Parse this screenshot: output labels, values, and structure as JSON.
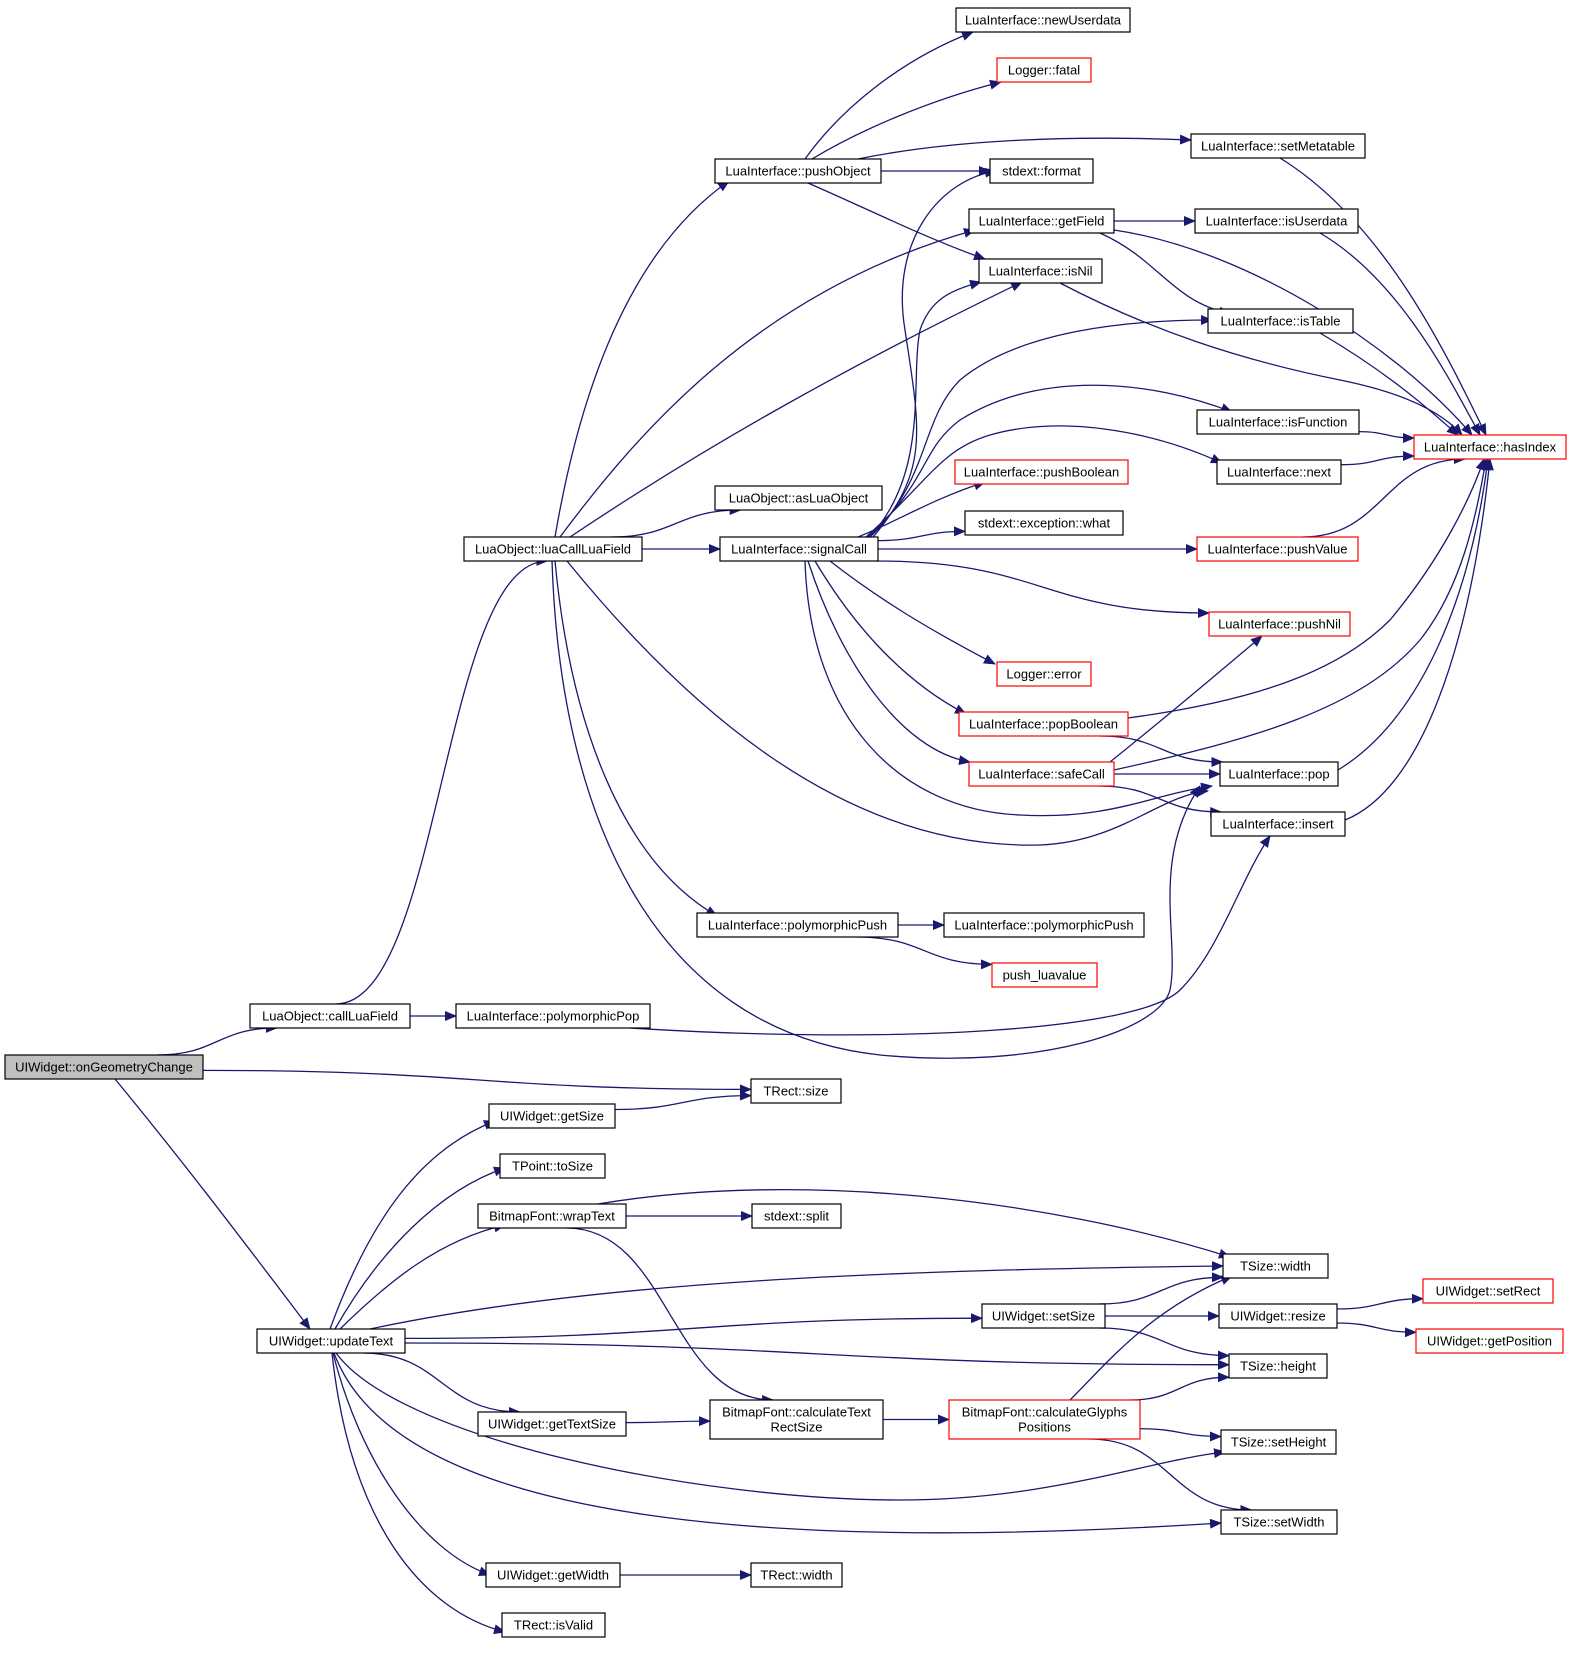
{
  "diagram": {
    "nodes": [
      {
        "id": "onGeometryChange",
        "label": "UIWidget::onGeometryChange",
        "style": "grey"
      },
      {
        "id": "callLuaField",
        "label": "LuaObject::callLuaField",
        "style": "normal"
      },
      {
        "id": "luaCallLuaField",
        "label": "LuaObject::luaCallLuaField",
        "style": "normal"
      },
      {
        "id": "polymorphicPop",
        "label": "LuaInterface::polymorphicPop",
        "style": "normal"
      },
      {
        "id": "pushObject",
        "label": "LuaInterface::pushObject",
        "style": "normal"
      },
      {
        "id": "newUserdata",
        "label": "LuaInterface::newUserdata",
        "style": "normal"
      },
      {
        "id": "loggerFatal",
        "label": "Logger::fatal",
        "style": "red"
      },
      {
        "id": "setMetatable",
        "label": "LuaInterface::setMetatable",
        "style": "normal"
      },
      {
        "id": "format",
        "label": "stdext::format",
        "style": "normal"
      },
      {
        "id": "getField",
        "label": "LuaInterface::getField",
        "style": "normal"
      },
      {
        "id": "isUserdata",
        "label": "LuaInterface::isUserdata",
        "style": "normal"
      },
      {
        "id": "isNil",
        "label": "LuaInterface::isNil",
        "style": "normal"
      },
      {
        "id": "isTable",
        "label": "LuaInterface::isTable",
        "style": "normal"
      },
      {
        "id": "isFunction",
        "label": "LuaInterface::isFunction",
        "style": "normal"
      },
      {
        "id": "hasIndex",
        "label": "LuaInterface::hasIndex",
        "style": "red"
      },
      {
        "id": "next",
        "label": "LuaInterface::next",
        "style": "normal"
      },
      {
        "id": "pushBoolean",
        "label": "LuaInterface::pushBoolean",
        "style": "red"
      },
      {
        "id": "asLuaObject",
        "label": "LuaObject::asLuaObject",
        "style": "normal"
      },
      {
        "id": "exceptionWhat",
        "label": "stdext::exception::what",
        "style": "normal"
      },
      {
        "id": "signalCall",
        "label": "LuaInterface::signalCall",
        "style": "normal"
      },
      {
        "id": "pushValue",
        "label": "LuaInterface::pushValue",
        "style": "red"
      },
      {
        "id": "pushNil",
        "label": "LuaInterface::pushNil",
        "style": "red"
      },
      {
        "id": "loggerError",
        "label": "Logger::error",
        "style": "red"
      },
      {
        "id": "popBoolean",
        "label": "LuaInterface::popBoolean",
        "style": "red"
      },
      {
        "id": "safeCall",
        "label": "LuaInterface::safeCall",
        "style": "red"
      },
      {
        "id": "pop",
        "label": "LuaInterface::pop",
        "style": "normal"
      },
      {
        "id": "insert",
        "label": "LuaInterface::insert",
        "style": "normal"
      },
      {
        "id": "polymorphicPush1",
        "label": "LuaInterface::polymorphicPush",
        "style": "normal"
      },
      {
        "id": "polymorphicPush2",
        "label": "LuaInterface::polymorphicPush",
        "style": "normal"
      },
      {
        "id": "pushLuavalue",
        "label": "push_luavalue",
        "style": "red"
      },
      {
        "id": "rectSize",
        "label": "TRect::size",
        "style": "normal"
      },
      {
        "id": "getSize",
        "label": "UIWidget::getSize",
        "style": "normal"
      },
      {
        "id": "toSize",
        "label": "TPoint::toSize",
        "style": "normal"
      },
      {
        "id": "wrapText",
        "label": "BitmapFont::wrapText",
        "style": "normal"
      },
      {
        "id": "split",
        "label": "stdext::split",
        "style": "normal"
      },
      {
        "id": "sizeWidth",
        "label": "TSize::width",
        "style": "normal"
      },
      {
        "id": "updateText",
        "label": "UIWidget::updateText",
        "style": "normal"
      },
      {
        "id": "setSize",
        "label": "UIWidget::setSize",
        "style": "normal"
      },
      {
        "id": "resize",
        "label": "UIWidget::resize",
        "style": "normal"
      },
      {
        "id": "setRect",
        "label": "UIWidget::setRect",
        "style": "red"
      },
      {
        "id": "getPosition",
        "label": "UIWidget::getPosition",
        "style": "red"
      },
      {
        "id": "sizeHeight",
        "label": "TSize::height",
        "style": "normal"
      },
      {
        "id": "getTextSize",
        "label": "UIWidget::getTextSize",
        "style": "normal"
      },
      {
        "id": "calcTextRectSize",
        "label": "BitmapFont::calculateText\nRectSize",
        "style": "normal"
      },
      {
        "id": "calcGlyphs",
        "label": "BitmapFont::calculateGlyphs\nPositions",
        "style": "red"
      },
      {
        "id": "setHeight",
        "label": "TSize::setHeight",
        "style": "normal"
      },
      {
        "id": "setWidth",
        "label": "TSize::setWidth",
        "style": "normal"
      },
      {
        "id": "getWidth",
        "label": "UIWidget::getWidth",
        "style": "normal"
      },
      {
        "id": "rectWidth",
        "label": "TRect::width",
        "style": "normal"
      },
      {
        "id": "isValid",
        "label": "TRect::isValid",
        "style": "normal"
      }
    ],
    "edges": [
      [
        "onGeometryChange",
        "callLuaField"
      ],
      [
        "onGeometryChange",
        "rectSize"
      ],
      [
        "onGeometryChange",
        "updateText"
      ],
      [
        "callLuaField",
        "luaCallLuaField"
      ],
      [
        "callLuaField",
        "polymorphicPop"
      ],
      [
        "polymorphicPop",
        "insert"
      ],
      [
        "luaCallLuaField",
        "pushObject"
      ],
      [
        "luaCallLuaField",
        "getField"
      ],
      [
        "luaCallLuaField",
        "isNil"
      ],
      [
        "luaCallLuaField",
        "asLuaObject"
      ],
      [
        "luaCallLuaField",
        "signalCall"
      ],
      [
        "luaCallLuaField",
        "pop"
      ],
      [
        "luaCallLuaField",
        "polymorphicPush1"
      ],
      [
        "luaCallLuaField",
        "pop"
      ],
      [
        "pushObject",
        "newUserdata"
      ],
      [
        "pushObject",
        "loggerFatal"
      ],
      [
        "pushObject",
        "setMetatable"
      ],
      [
        "pushObject",
        "format"
      ],
      [
        "pushObject",
        "isNil"
      ],
      [
        "setMetatable",
        "hasIndex"
      ],
      [
        "getField",
        "isUserdata"
      ],
      [
        "getField",
        "isTable"
      ],
      [
        "getField",
        "hasIndex"
      ],
      [
        "isUserdata",
        "hasIndex"
      ],
      [
        "isNil",
        "hasIndex"
      ],
      [
        "isTable",
        "hasIndex"
      ],
      [
        "isFunction",
        "hasIndex"
      ],
      [
        "next",
        "hasIndex"
      ],
      [
        "pushValue",
        "hasIndex"
      ],
      [
        "signalCall",
        "format"
      ],
      [
        "signalCall",
        "isNil"
      ],
      [
        "signalCall",
        "isTable"
      ],
      [
        "signalCall",
        "isFunction"
      ],
      [
        "signalCall",
        "next"
      ],
      [
        "signalCall",
        "pushBoolean"
      ],
      [
        "signalCall",
        "exceptionWhat"
      ],
      [
        "signalCall",
        "pushValue"
      ],
      [
        "signalCall",
        "pushNil"
      ],
      [
        "signalCall",
        "loggerError"
      ],
      [
        "signalCall",
        "popBoolean"
      ],
      [
        "signalCall",
        "safeCall"
      ],
      [
        "signalCall",
        "pop"
      ],
      [
        "popBoolean",
        "hasIndex"
      ],
      [
        "popBoolean",
        "pop"
      ],
      [
        "safeCall",
        "pushNil"
      ],
      [
        "safeCall",
        "pop"
      ],
      [
        "safeCall",
        "insert"
      ],
      [
        "safeCall",
        "hasIndex"
      ],
      [
        "pop",
        "hasIndex"
      ],
      [
        "insert",
        "hasIndex"
      ],
      [
        "polymorphicPush1",
        "polymorphicPush2"
      ],
      [
        "polymorphicPush1",
        "pushLuavalue"
      ],
      [
        "updateText",
        "getSize"
      ],
      [
        "updateText",
        "toSize"
      ],
      [
        "updateText",
        "wrapText"
      ],
      [
        "updateText",
        "sizeWidth"
      ],
      [
        "updateText",
        "setSize"
      ],
      [
        "updateText",
        "sizeHeight"
      ],
      [
        "updateText",
        "getTextSize"
      ],
      [
        "updateText",
        "setHeight"
      ],
      [
        "updateText",
        "setWidth"
      ],
      [
        "updateText",
        "getWidth"
      ],
      [
        "updateText",
        "isValid"
      ],
      [
        "getSize",
        "rectSize"
      ],
      [
        "wrapText",
        "split"
      ],
      [
        "wrapText",
        "sizeWidth"
      ],
      [
        "wrapText",
        "calcTextRectSize"
      ],
      [
        "setSize",
        "sizeWidth"
      ],
      [
        "setSize",
        "resize"
      ],
      [
        "setSize",
        "sizeHeight"
      ],
      [
        "resize",
        "setRect"
      ],
      [
        "resize",
        "getPosition"
      ],
      [
        "getTextSize",
        "calcTextRectSize"
      ],
      [
        "calcTextRectSize",
        "calcGlyphs"
      ],
      [
        "calcGlyphs",
        "sizeWidth"
      ],
      [
        "calcGlyphs",
        "sizeHeight"
      ],
      [
        "calcGlyphs",
        "setHeight"
      ],
      [
        "calcGlyphs",
        "setWidth"
      ],
      [
        "getWidth",
        "rectWidth"
      ]
    ]
  },
  "colors": {
    "edge": "#191970",
    "node_border": "#000000",
    "node_border_red": "#ff0000",
    "root_fill": "#bfbfbf",
    "node_fill": "#ffffff"
  }
}
